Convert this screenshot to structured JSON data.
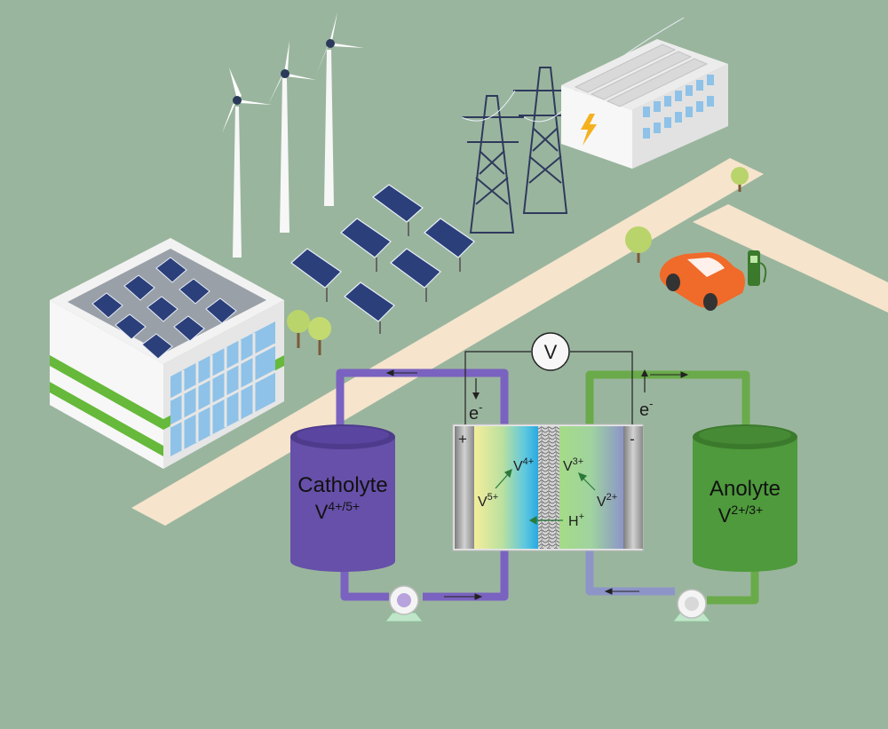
{
  "colors": {
    "background": "#9ab59e",
    "road": "#f6e4cc",
    "catholyte": "#6650a9",
    "catholyte_dark": "#4e3b8c",
    "anolyte": "#4e9a3c",
    "anolyte_dark": "#3b7a2c",
    "pipe_purple": "#7a62c0",
    "pipe_green": "#6aaa4a",
    "building_white": "#f4f4f4",
    "building_green": "#66b93a",
    "window_blue": "#8ec2e8",
    "panel_blue": "#2b3f7a",
    "tower": "#2e3a5c",
    "car": "#f06a2a",
    "tree": "#b9d46a",
    "bolt": "#f5b11d"
  },
  "icons": {
    "voltmeter": "circle-V",
    "pump": "centrifugal-pump",
    "charger": "ev-charger-plug",
    "bolt": "lightning-bolt"
  },
  "cell": {
    "voltmeter_label": "V",
    "electron_left": "e",
    "electron_right": "e",
    "electron_sup": "-",
    "positive_terminal": "+",
    "negative_terminal": "-",
    "ion_v4": "V",
    "ion_v4_sup": "4+",
    "ion_v5": "V",
    "ion_v5_sup": "5+",
    "ion_v3": "V",
    "ion_v3_sup": "3+",
    "ion_v2": "V",
    "ion_v2_sup": "2+",
    "proton": "H",
    "proton_sup": "+"
  },
  "tanks": {
    "catholyte": {
      "name": "Catholyte",
      "formula": "V",
      "formula_sup": "4+/5+"
    },
    "anolyte": {
      "name": "Anolyte",
      "formula": "V",
      "formula_sup": "2+/3+"
    }
  }
}
